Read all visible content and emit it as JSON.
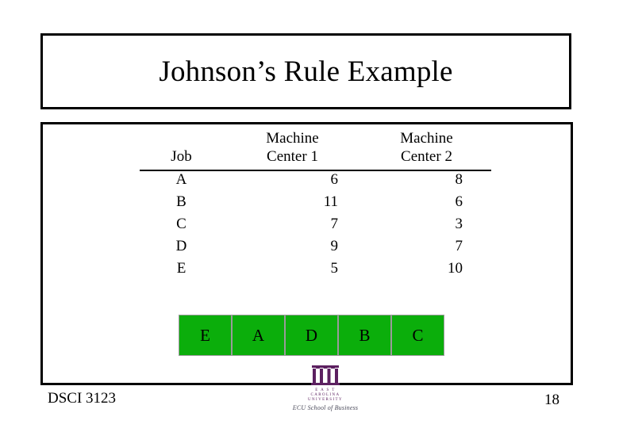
{
  "slide": {
    "title": "Johnson’s Rule Example",
    "course": "DSCI 3123",
    "page_number": "18"
  },
  "table": {
    "headers": {
      "job": "Job",
      "mc1_line1": "Machine",
      "mc1_line2": "Center 1",
      "mc2_line1": "Machine",
      "mc2_line2": "Center 2"
    },
    "rows": [
      {
        "job": "A",
        "mc1": "6",
        "mc2": "8"
      },
      {
        "job": "B",
        "mc1": "11",
        "mc2": "6"
      },
      {
        "job": "C",
        "mc1": "7",
        "mc2": "3"
      },
      {
        "job": "D",
        "mc1": "9",
        "mc2": "7"
      },
      {
        "job": "E",
        "mc1": "5",
        "mc2": "10"
      }
    ]
  },
  "sequence": {
    "cells": [
      "E",
      "A",
      "D",
      "B",
      "C"
    ],
    "fill_color": "#0BAE0B",
    "border_color": "#9a9a9a"
  },
  "logo": {
    "line1": "E A S T",
    "line2": "CAROLINA",
    "line3": "UNIVERSITY",
    "caption": "ECU School of Business",
    "color": "#5c2060"
  }
}
